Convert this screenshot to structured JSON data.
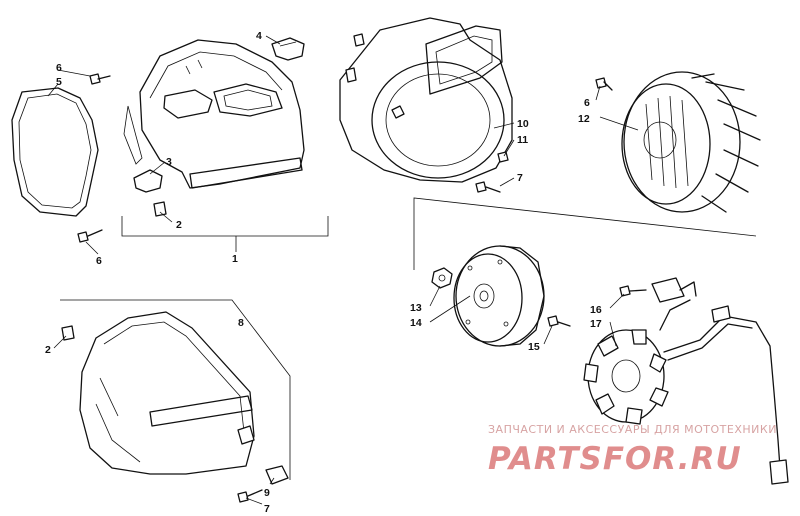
{
  "callouts": {
    "c1": "1",
    "c2a": "2",
    "c2b": "2",
    "c3": "3",
    "c4": "4",
    "c5": "5",
    "c6a": "6",
    "c6b": "6",
    "c6c": "6",
    "c7a": "7",
    "c7b": "7",
    "c8": "8",
    "c9": "9",
    "c10": "10",
    "c11": "11",
    "c12": "12",
    "c13": "13",
    "c14": "14",
    "c15": "15",
    "c16": "16",
    "c17": "17"
  },
  "watermark": {
    "tagline": "ЗАПЧАСТИ И АКСЕССУАРЫ ДЛЯ МОТОТЕХНИКИ",
    "brand": "PARTSFOR.RU"
  }
}
